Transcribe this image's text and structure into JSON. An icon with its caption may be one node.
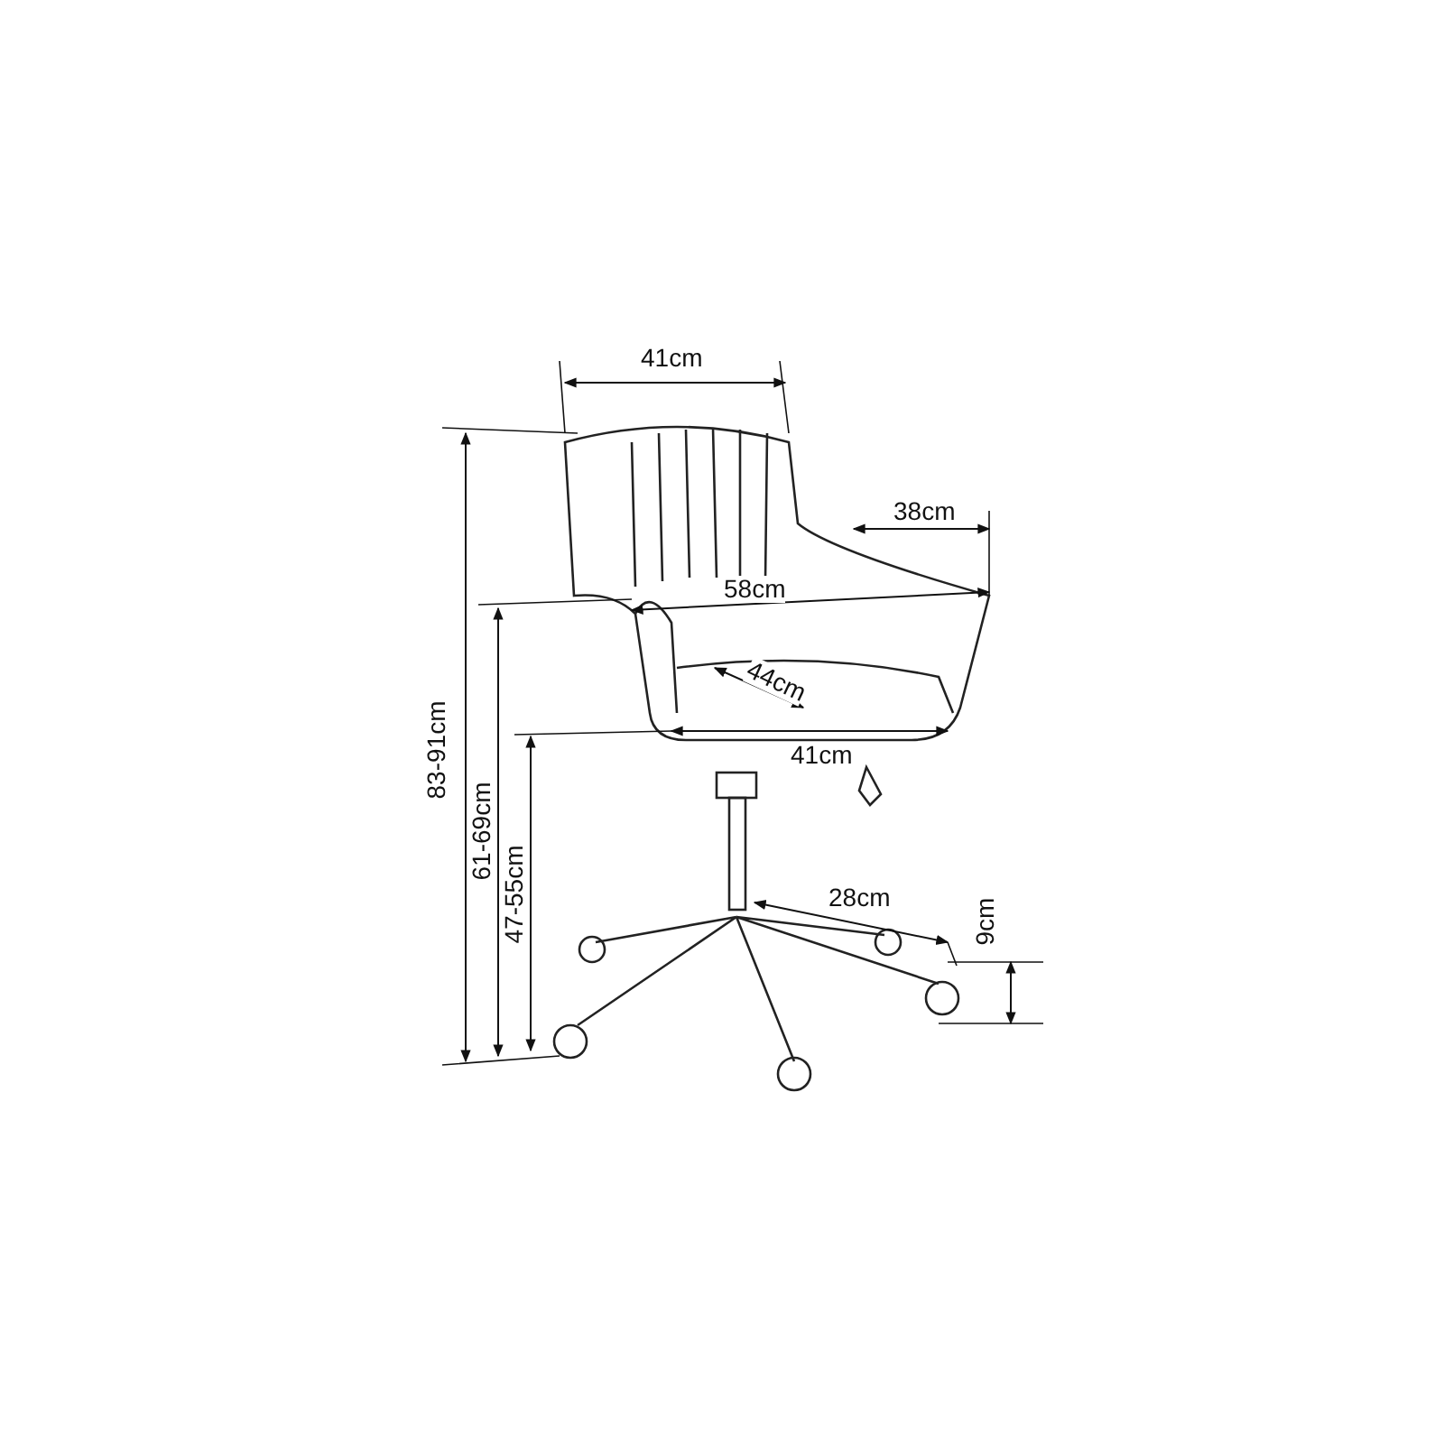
{
  "diagram": {
    "labels": [
      "41cm",
      "38cm",
      "58cm",
      "44cm",
      "41cm",
      "28cm",
      "9cm",
      "83-91cm",
      "61-69cm",
      "47-55cm"
    ]
  }
}
